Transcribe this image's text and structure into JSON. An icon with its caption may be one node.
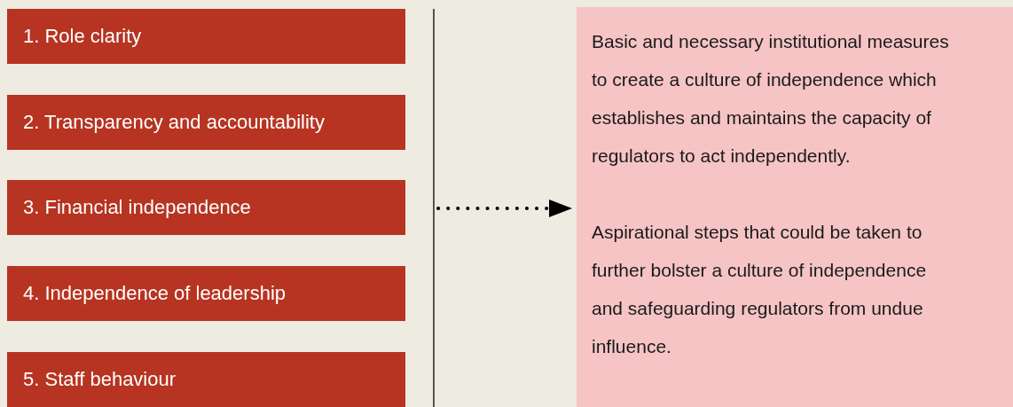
{
  "diagram": {
    "nodes": [
      {
        "text": [
          "1. Role clarity"
        ]
      },
      {
        "text": [
          "2. Transparency and accountability"
        ]
      },
      {
        "text": [
          "3. Financial independence"
        ]
      },
      {
        "text": [
          "4. Independence of leadership"
        ]
      },
      {
        "text": [
          "5. Staff behaviour"
        ]
      },
      {
        "text": [
          "Basic and necessary institutional measures to create a culture of independence which establishes and maintains the capacity of regulators to act independently.",
          "Aspirational steps that could be taken to further bolster a culture of independence and safeguarding regulators from undue influence."
        ]
      }
    ],
    "edges": [
      {
        "from": null,
        "to": 5,
        "arrow": "to",
        "style": "dashed"
      }
    ]
  }
}
